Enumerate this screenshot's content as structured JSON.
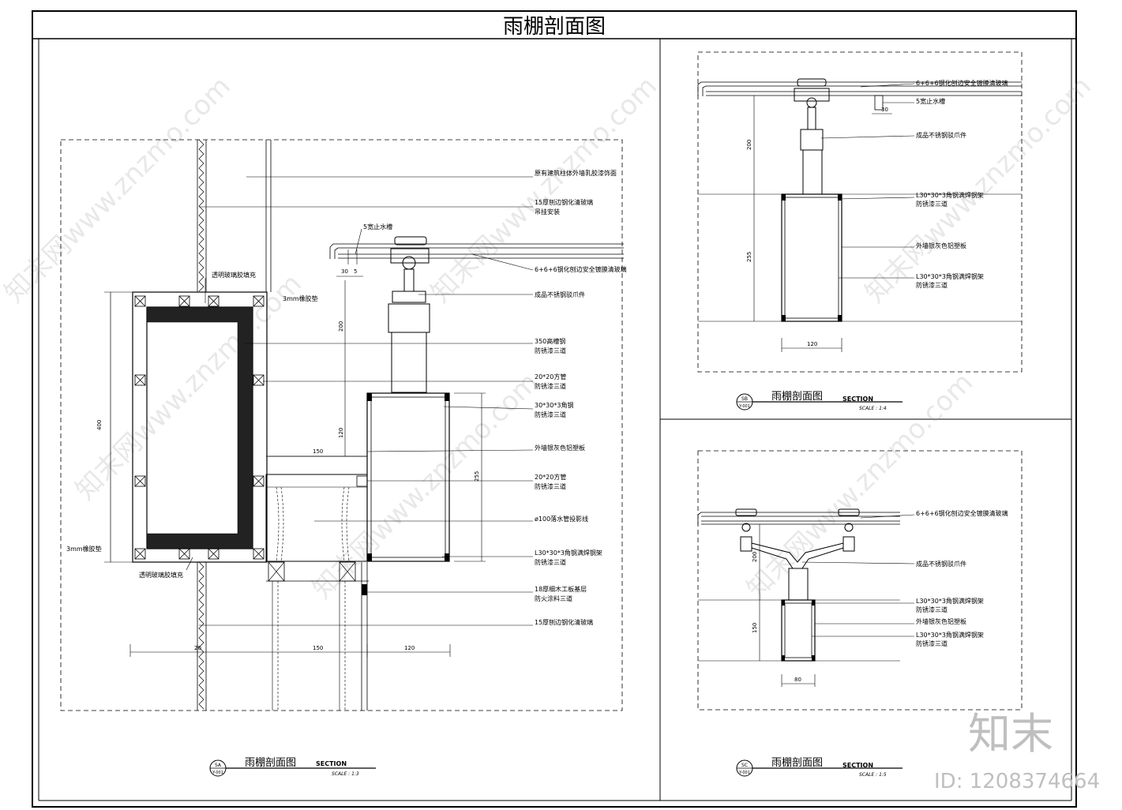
{
  "sheet_title": "雨棚剖面图",
  "watermark": "知末网www.znzmo.com",
  "brand": {
    "name": "知末",
    "id": "ID: 1208374664"
  },
  "section_a": {
    "title": "雨棚剖面图",
    "section_word": "SECTION",
    "scale": "SCALE :   1:3",
    "tag_top": "SA",
    "tag_bottom": "Y-001",
    "labels": [
      "原有建筑柱体外墙乳胶漆饰面",
      "15厚刨边钢化清玻璃",
      "吊挂安装",
      "6+6+6钢化刨边安全镀膜清玻璃",
      "成品不锈钢驳爪件",
      "350高槽钢",
      "防锈漆三道",
      "20*20方管",
      "防锈漆三道",
      "30*30*3角钢",
      "防锈漆三道",
      "外墙银灰色铝塑板",
      "20*20方管",
      "防锈漆三道",
      "ø100落水管投影线",
      "L30*30*3角钢满焊钢架",
      "防锈漆三道",
      "18厚细木工板基层",
      "防火涂料三道",
      "15厚刨边钢化清玻璃"
    ],
    "left_labels": {
      "glass_glue_top": "透明玻璃胶填充",
      "gasket_top": "3mm橡胶垫",
      "gasket_bottom": "3mm橡胶垫",
      "glass_glue_bottom": "透明玻璃胶填充",
      "gutter": "5宽止水槽"
    },
    "dims": {
      "d30": "30",
      "d5": "5",
      "d200": "200",
      "d120v": "120",
      "d400": "400",
      "d150": "150",
      "d20": "20",
      "d150b": "150",
      "d120": "120",
      "d255": "255"
    }
  },
  "section_b": {
    "title": "雨棚剖面图",
    "section_word": "SECTION",
    "scale": "SCALE :   1:4",
    "tag_top": "SB",
    "tag_bottom": "Y-001",
    "labels": [
      "6+6+6钢化刨边安全镀膜清玻璃",
      "5宽止水槽",
      "成品不锈钢驳爪件",
      "L30*30*3角钢满焊钢架",
      "防锈漆三道",
      "外墙银灰色铝塑板",
      "L30*30*3角钢满焊钢架",
      "防锈漆三道"
    ],
    "dims": {
      "d30": "30",
      "d200": "200",
      "d255": "255",
      "d120": "120"
    }
  },
  "section_c": {
    "title": "雨棚剖面图",
    "section_word": "SECTION",
    "scale": "SCALE :   1:5",
    "tag_top": "SC",
    "tag_bottom": "Y-001",
    "labels": [
      "6+6+6钢化刨边安全镀膜清玻璃",
      "成品不锈钢驳爪件",
      "L30*30*3角钢满焊钢架",
      "防锈漆三道",
      "外墙银灰色铝塑板",
      "L30*30*3角钢满焊钢架",
      "防锈漆三道"
    ],
    "dims": {
      "d200": "200",
      "d150": "150",
      "d80": "80"
    }
  }
}
